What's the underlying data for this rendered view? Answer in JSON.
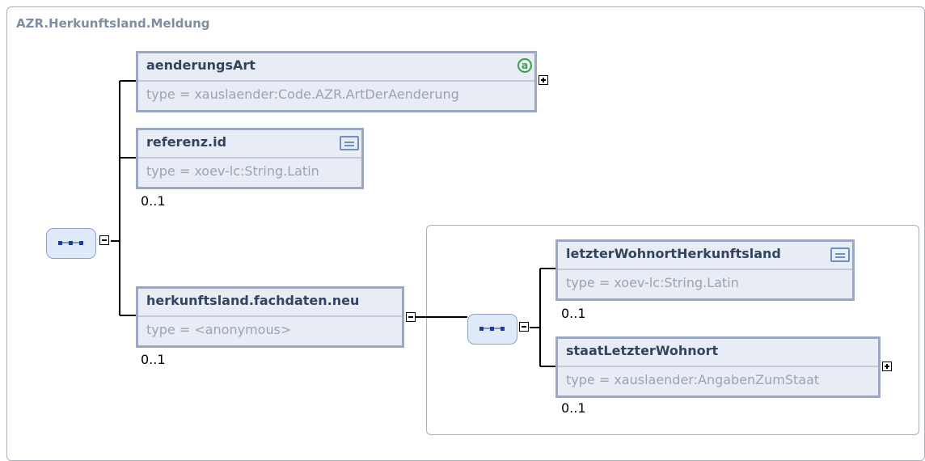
{
  "diagram": {
    "title": "AZR.Herkunftsland.Meldung",
    "elements": [
      {
        "name": "aenderungsArt",
        "type": "type = xauslaender:Code.AZR.ArtDerAenderung",
        "icon": "attribute-icon",
        "icon_text": "a",
        "cardinality": ""
      },
      {
        "name": "referenz.id",
        "type": "type = xoev-lc:String.Latin",
        "icon": "simple-type-icon",
        "cardinality": "0..1"
      },
      {
        "name": "herkunftsland.fachdaten.neu",
        "type": "type = <anonymous>",
        "icon": "",
        "cardinality": "0..1"
      },
      {
        "name": "letzterWohnortHerkunftsland",
        "type": "type = xoev-lc:String.Latin",
        "icon": "simple-type-icon",
        "cardinality": "0..1"
      },
      {
        "name": "staatLetzterWohnort",
        "type": "type = xauslaender:AngabenZumStaat",
        "icon": "",
        "cardinality": "0..1"
      }
    ]
  }
}
